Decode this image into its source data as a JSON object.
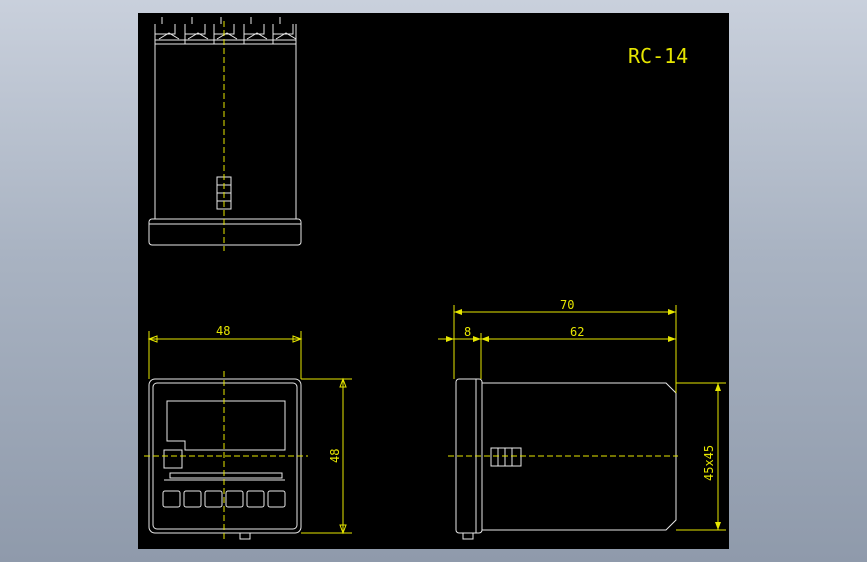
{
  "drawing": {
    "title": "RC-14",
    "front_view": {
      "width_label": "48",
      "height_label": "48"
    },
    "side_view": {
      "overall_label": "70",
      "bezel_label": "8",
      "body_label": "62",
      "section_label": "45x45"
    }
  }
}
